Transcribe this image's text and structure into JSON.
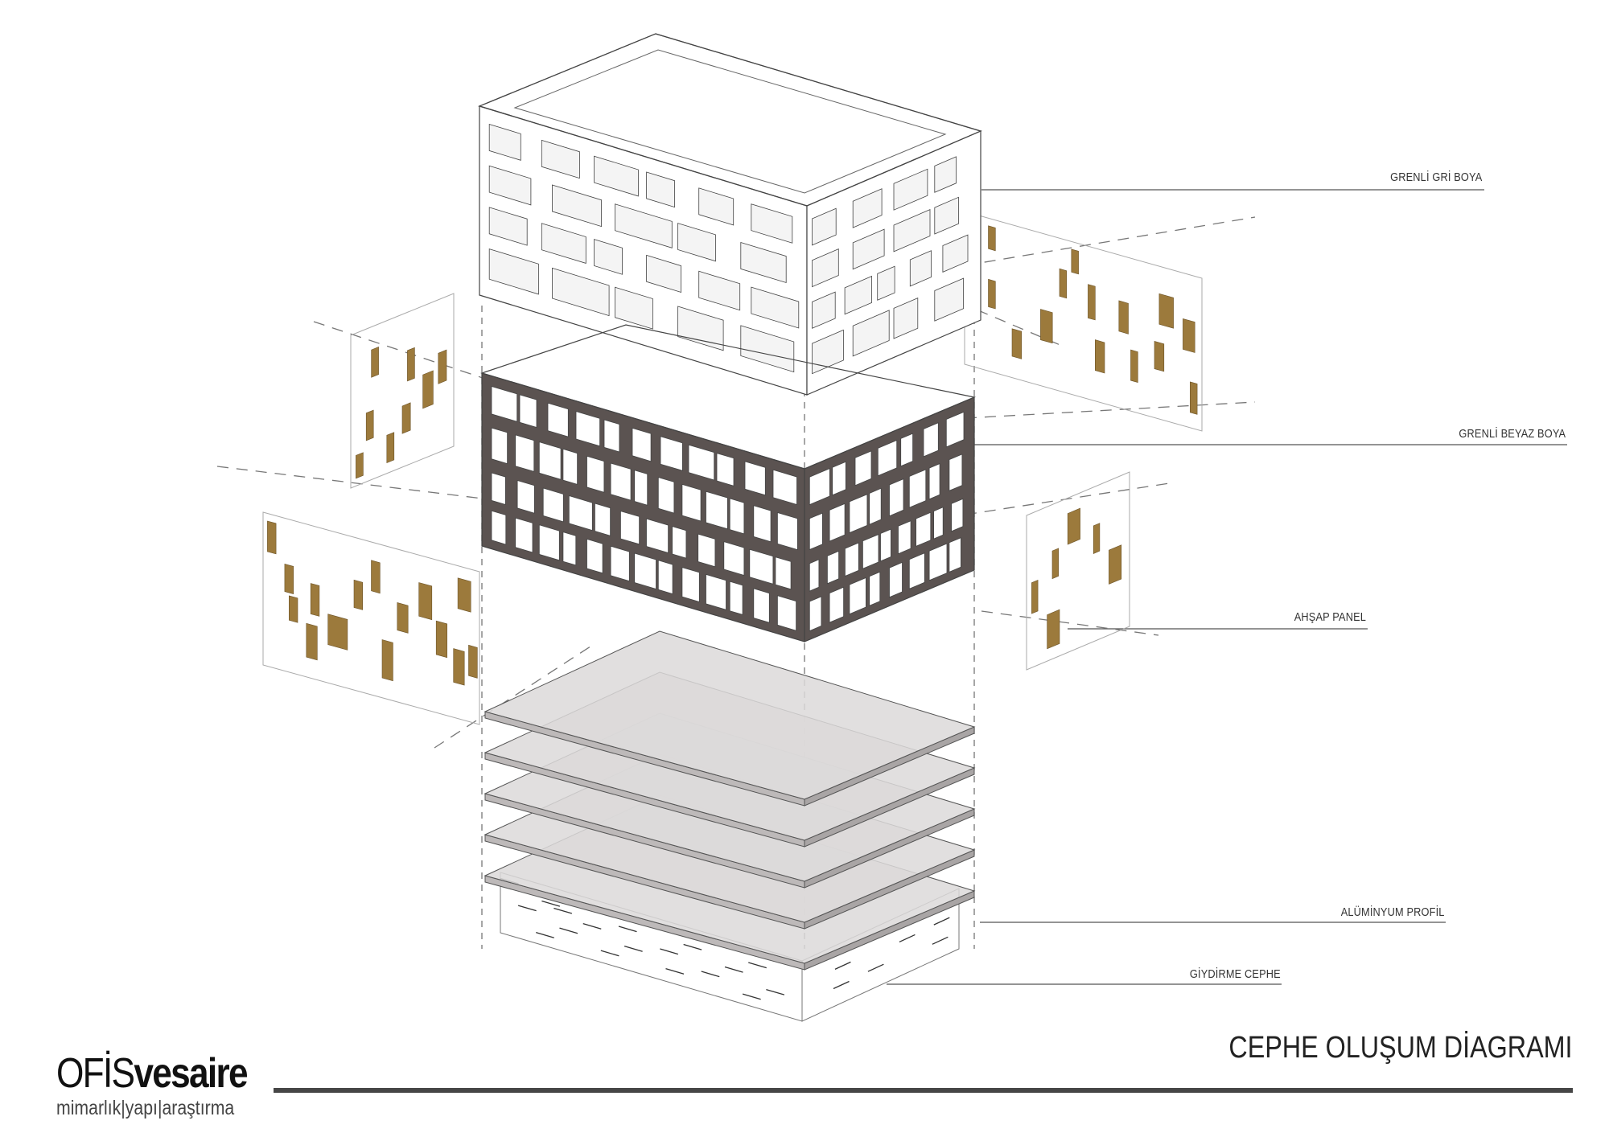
{
  "labels": {
    "grenli_gri_boya": "GRENLİ GRİ BOYA",
    "grenli_beyaz_boya": "GRENLİ BEYAZ BOYA",
    "ahsap_panel": "AHŞAP PANEL",
    "aluminyum_profil": "ALÜMİNYUM PROFİL",
    "giydirme_cephe": "GİYDİRME CEPHE"
  },
  "title": "CEPHE OLUŞUM DİAGRAMI",
  "logo": {
    "part1": "OFİS",
    "part2": "vesaire",
    "tagline": "mimarlık|yapı|araştırma"
  },
  "colors": {
    "wood": "#9c7a3c",
    "dark_layer": "#5b5351",
    "plate": "#dcd9d9",
    "line": "#555555",
    "rule": "#464646"
  }
}
